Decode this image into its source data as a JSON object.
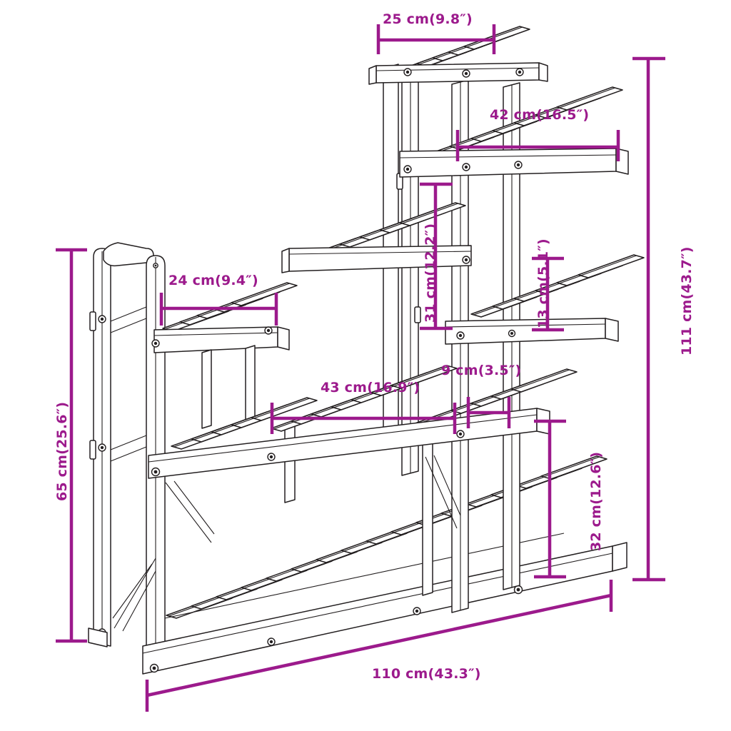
{
  "drawing": {
    "title": "Wooden plant stand dimensioned technical drawing",
    "product": "multi-tier wooden plant stand",
    "line_color": "#231f20",
    "dimension_color": "#9c1a8c",
    "background_color": "#ffffff",
    "units": "cm (inches)"
  },
  "dimensions": {
    "top_shelf_width": "25 cm(9.8″)",
    "second_shelf_width": "42 cm(16.5″)",
    "tier_gap_upper": "31 cm(12.2″)",
    "small_gap_right": "13 cm(5.1″)",
    "overall_height": "111 cm(43.7″)",
    "left_shelf_width": "24 cm(9.4″)",
    "left_tower_height": "65 cm(25.6″)",
    "middle_shelf_width": "43 cm(16.9″)",
    "narrow_gap": "9 cm(3.5″)",
    "bottom_tier_height": "32 cm(12.6″)",
    "overall_width": "110 cm(43.3″)"
  },
  "dimension_list": [
    {
      "id": "top-shelf-width",
      "value": "25 cm(9.8″)",
      "orientation": "horizontal"
    },
    {
      "id": "second-shelf-width",
      "value": "42 cm(16.5″)",
      "orientation": "horizontal"
    },
    {
      "id": "upper-tier-gap",
      "value": "31 cm(12.2″)",
      "orientation": "vertical"
    },
    {
      "id": "right-small-gap",
      "value": "13 cm(5.1″)",
      "orientation": "vertical"
    },
    {
      "id": "overall-height",
      "value": "111 cm(43.7″)",
      "orientation": "vertical"
    },
    {
      "id": "left-shelf-width",
      "value": "24 cm(9.4″)",
      "orientation": "horizontal"
    },
    {
      "id": "left-tower-height",
      "value": "65 cm(25.6″)",
      "orientation": "vertical"
    },
    {
      "id": "middle-shelf-width",
      "value": "43 cm(16.9″)",
      "orientation": "horizontal"
    },
    {
      "id": "narrow-gap",
      "value": "9 cm(3.5″)",
      "orientation": "horizontal"
    },
    {
      "id": "bottom-tier-height",
      "value": "32 cm(12.6″)",
      "orientation": "vertical"
    },
    {
      "id": "overall-width",
      "value": "110 cm(43.3″)",
      "orientation": "horizontal"
    }
  ]
}
